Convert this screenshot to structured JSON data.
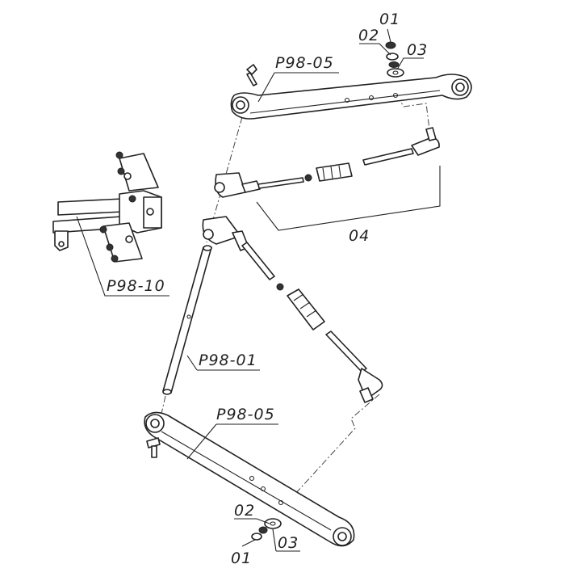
{
  "diagram": {
    "labels": {
      "top_nut": "01",
      "top_washer": "02",
      "top_spacer": "03",
      "top_lower_link": "P98-05",
      "top_link_assembly": "04",
      "bracket": "P98-10",
      "lift_rod": "P98-01",
      "bottom_lower_link": "P98-05",
      "bottom_washer": "02",
      "bottom_nut": "01",
      "bottom_spacer": "03"
    }
  }
}
